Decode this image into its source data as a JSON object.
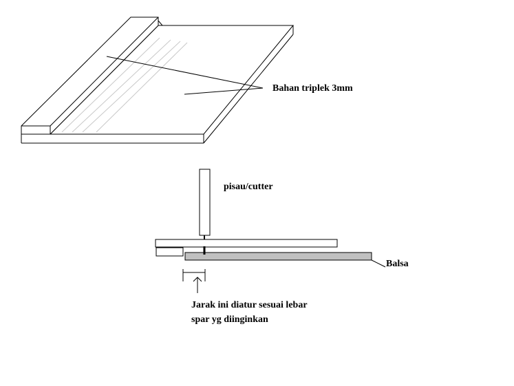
{
  "labels": {
    "triplek": "Bahan triplek 3mm",
    "pisau": "pisau/cutter",
    "balsa": "Balsa",
    "jarak_line1": "Jarak ini diatur sesuai lebar",
    "jarak_line2": "spar yg diinginkan"
  },
  "colors": {
    "line": "#000000",
    "balsa_fill": "#c0c0c0",
    "shading": "#c8c8c8",
    "background": "#ffffff"
  }
}
